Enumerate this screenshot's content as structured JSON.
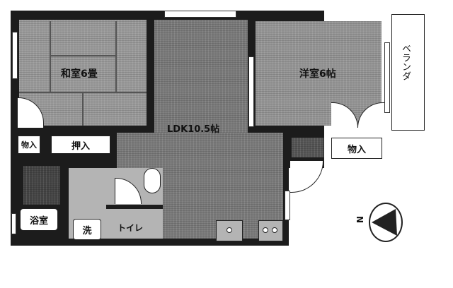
{
  "floor_plan": {
    "rooms": {
      "washitsu": {
        "label": "和室6畳"
      },
      "youshitsu": {
        "label": "洋室6帖"
      },
      "ldk": {
        "label": "LDK10.5帖"
      },
      "veranda": {
        "label": "ベランダ"
      },
      "bathroom": {
        "label": "浴室"
      },
      "washer": {
        "label": "洗"
      },
      "toilet": {
        "label": "トイレ"
      }
    },
    "storage": {
      "monoire_left": {
        "label": "物入"
      },
      "oshiire": {
        "label": "押入"
      },
      "monoire_right": {
        "label": "物入"
      }
    },
    "compass": {
      "label": "N",
      "direction": "left"
    }
  }
}
